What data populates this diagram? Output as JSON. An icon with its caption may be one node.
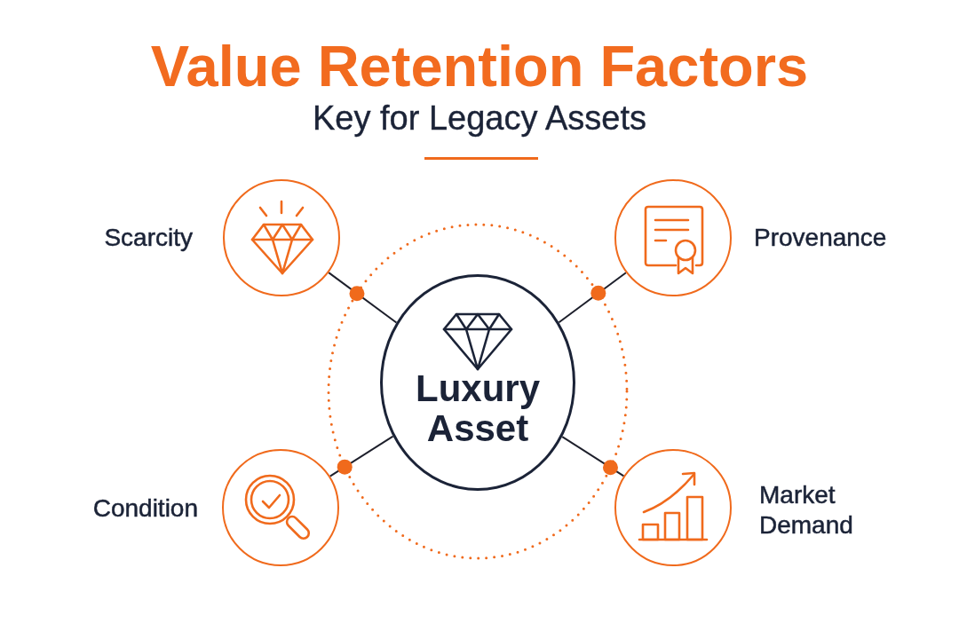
{
  "diagram": {
    "title": "Value Retention Factors",
    "nodes": [
      {
        "text": [],
        "shape": "circle",
        "beside": [
          "Scarcity"
        ]
      },
      {
        "text": [],
        "shape": "circle",
        "beside": [
          "Provenance"
        ]
      },
      {
        "text": [
          "Luxury Asset"
        ]
      },
      {
        "text": [],
        "shape": "circle",
        "beside": [
          "Condition"
        ]
      },
      {
        "text": [],
        "shape": "circle",
        "beside": [
          "Market Demand"
        ]
      }
    ],
    "edges": [
      {
        "from": 0,
        "to": 2,
        "arrow": "none"
      },
      {
        "from": 1,
        "to": 2,
        "arrow": "none"
      },
      {
        "from": 3,
        "to": 2,
        "arrow": "none"
      },
      {
        "from": 4,
        "to": 2,
        "arrow": "none"
      }
    ],
    "labels": [
      "Key for Legacy Assets"
    ]
  }
}
